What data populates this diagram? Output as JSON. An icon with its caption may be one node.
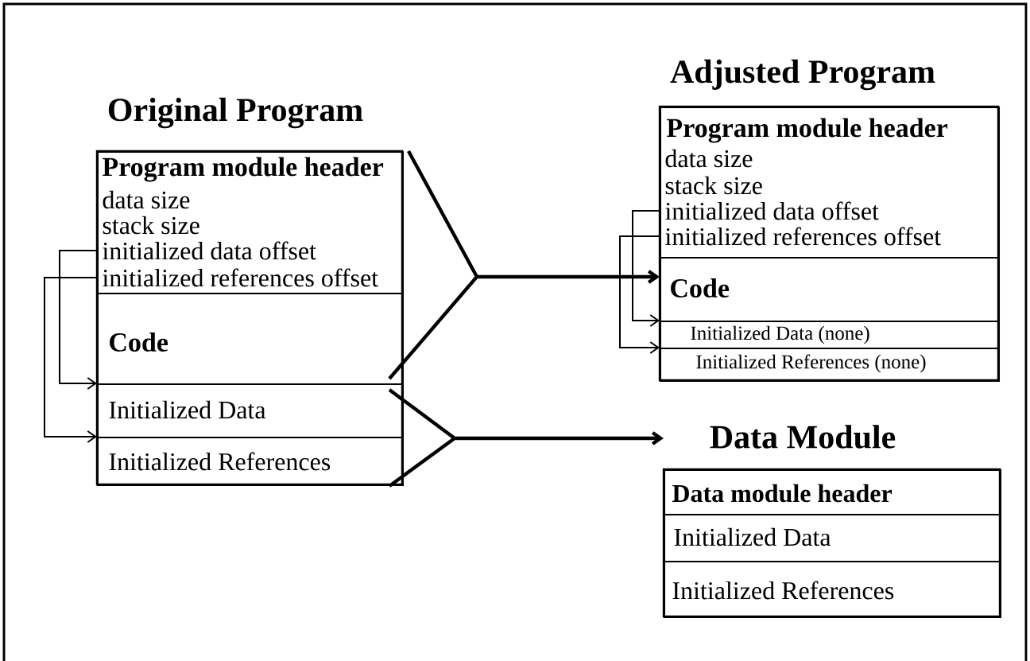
{
  "diagram": {
    "nodes": [
      {
        "text": [
          "Original Program"
        ]
      },
      {
        "text": [
          "Program module header",
          "data size",
          "stack size",
          "initialized data offset",
          "initialized references offset"
        ],
        "in": 0
      },
      {
        "text": [
          "Code"
        ],
        "in": 0
      },
      {
        "text": [
          "Initialized Data"
        ],
        "in": 0
      },
      {
        "text": [
          "Initialized References"
        ],
        "in": 0
      },
      {
        "text": [
          "Adjusted Program"
        ]
      },
      {
        "text": [
          "Program module header",
          "data size",
          "stack size",
          "initialized data offset",
          "initialized references offset"
        ],
        "in": 5
      },
      {
        "text": [
          "Code"
        ],
        "in": 5
      },
      {
        "text": [
          "Initialized Data (none)"
        ],
        "in": 5
      },
      {
        "text": [
          "Initialized References (none)"
        ],
        "in": 5
      },
      {
        "text": [
          "Data Module"
        ]
      },
      {
        "text": [
          "Data module header"
        ],
        "in": 10
      },
      {
        "text": [
          "Initialized Data"
        ],
        "in": 10
      },
      {
        "text": [
          "Initialized References"
        ],
        "in": 10
      }
    ],
    "edges": [
      {
        "from": 1,
        "to": 3,
        "arrow": "to"
      },
      {
        "from": 1,
        "to": 4,
        "arrow": "to"
      },
      {
        "from": 6,
        "to": 8,
        "arrow": "to"
      },
      {
        "from": 6,
        "to": 9,
        "arrow": "to"
      },
      {
        "from": 1,
        "to": 5,
        "arrow": "to",
        "style": "thick"
      },
      {
        "from": 2,
        "to": 5,
        "arrow": "to",
        "style": "thick"
      },
      {
        "from": 3,
        "to": 10,
        "arrow": "to",
        "style": "thick"
      },
      {
        "from": 4,
        "to": 10,
        "arrow": "to",
        "style": "thick"
      }
    ]
  }
}
